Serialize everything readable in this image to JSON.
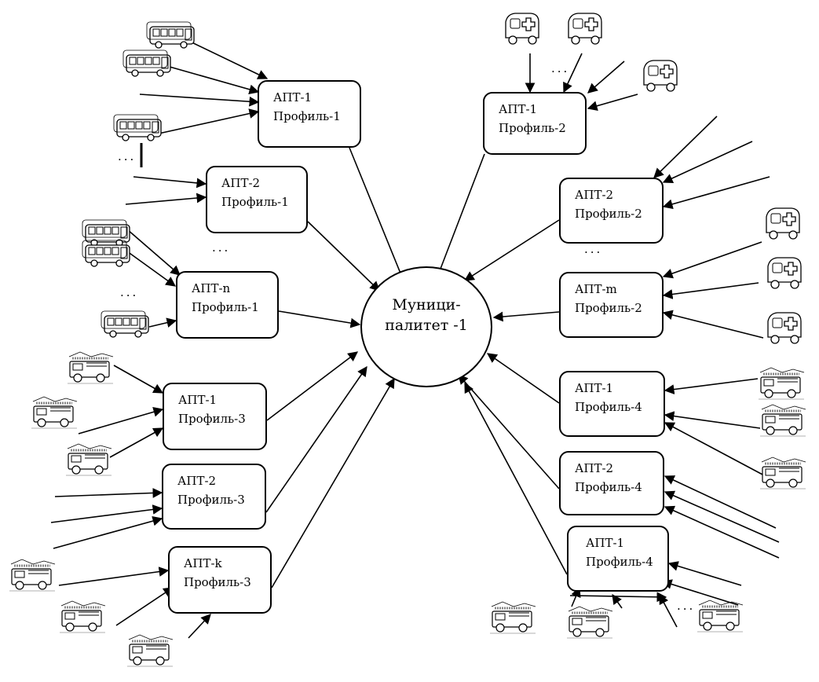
{
  "center": {
    "line1": "Муници-",
    "line2": "палитет -1"
  },
  "nodes": [
    {
      "id": "l1",
      "line1": "АПТ-1",
      "line2": "Профиль-1"
    },
    {
      "id": "l2",
      "line1": "АПТ-2",
      "line2": "Профиль-1"
    },
    {
      "id": "l3",
      "line1": "АПТ-n",
      "line2": "Профиль-1"
    },
    {
      "id": "l4",
      "line1": "АПТ-1",
      "line2": "Профиль-3"
    },
    {
      "id": "l5",
      "line1": "АПТ-2",
      "line2": "Профиль-3"
    },
    {
      "id": "l6",
      "line1": "АПТ-k",
      "line2": "Профиль-3"
    },
    {
      "id": "r1",
      "line1": "АПТ-1",
      "line2": "Профиль-2"
    },
    {
      "id": "r2",
      "line1": "АПТ-2",
      "line2": "Профиль-2"
    },
    {
      "id": "r3",
      "line1": "АПТ-m",
      "line2": "Профиль-2"
    },
    {
      "id": "r4",
      "line1": "АПТ-1",
      "line2": "Профиль-4"
    },
    {
      "id": "r5",
      "line1": "АПТ-2",
      "line2": "Профиль-4"
    },
    {
      "id": "r6",
      "line1": "АПТ-1",
      "line2": "Профиль-4"
    }
  ],
  "ellipsis": "...",
  "vehicle_icons": [
    "bus-icon",
    "ambulance-icon",
    "fire-truck-icon"
  ],
  "colors": {
    "stroke": "#000000",
    "background": "#ffffff",
    "ambulance_cross": "#000000"
  }
}
